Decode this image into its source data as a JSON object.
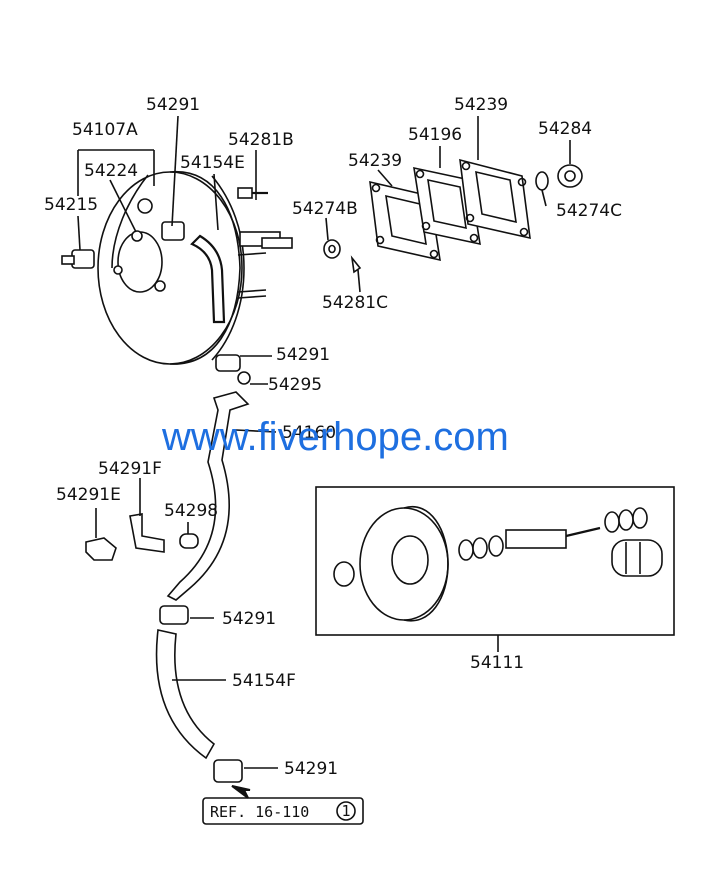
{
  "labels": {
    "p54291_top": "54291",
    "p54107A": "54107A",
    "p54224": "54224",
    "p54215": "54215",
    "p54154E": "54154E",
    "p54281B": "54281B",
    "p54274B": "54274B",
    "p54281C": "54281C",
    "p54239_left": "54239",
    "p54196": "54196",
    "p54239_right": "54239",
    "p54284": "54284",
    "p54274C": "54274C",
    "p54291_mid": "54291",
    "p54295": "54295",
    "p54160": "54160",
    "p54291F": "54291F",
    "p54291E": "54291E",
    "p54298": "54298",
    "p54291_clamp": "54291",
    "p54154F": "54154F",
    "p54291_bottom": "54291",
    "p54111": "54111"
  },
  "reference": {
    "text": "REF. 16-110",
    "circle_number": "1"
  },
  "watermark": "www.fiverhope.com"
}
